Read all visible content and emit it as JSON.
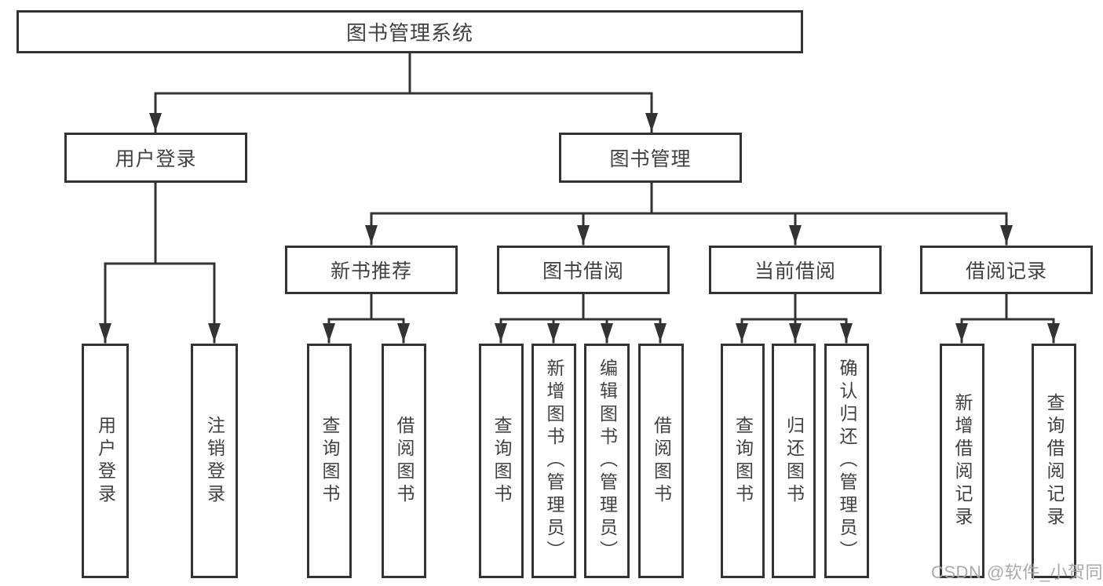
{
  "diagram_title": "图书管理系统",
  "tree": {
    "label": "图书管理系统",
    "children": [
      {
        "label": "用户登录",
        "children": [
          {
            "label": "用户登录"
          },
          {
            "label": "注销登录"
          }
        ]
      },
      {
        "label": "图书管理",
        "children": [
          {
            "label": "新书推荐",
            "children": [
              {
                "label": "查询图书"
              },
              {
                "label": "借阅图书"
              }
            ]
          },
          {
            "label": "图书借阅",
            "children": [
              {
                "label": "查询图书"
              },
              {
                "label": "新增图书（管理员）"
              },
              {
                "label": "编辑图书（管理员）"
              },
              {
                "label": "借阅图书"
              }
            ]
          },
          {
            "label": "当前借阅",
            "children": [
              {
                "label": "查询图书"
              },
              {
                "label": "归还图书"
              },
              {
                "label": "确认归还（管理员）"
              }
            ]
          },
          {
            "label": "借阅记录",
            "children": [
              {
                "label": "新增借阅记录"
              },
              {
                "label": "查询借阅记录"
              }
            ]
          }
        ]
      }
    ]
  },
  "watermark": "CSDN @软件_小贺同学",
  "colors": {
    "line": "#333333",
    "box_border": "#333333",
    "box_fill": "#ffffff",
    "text": "#414141",
    "watermark": "#a5a5a5",
    "background": "#ffffff"
  }
}
